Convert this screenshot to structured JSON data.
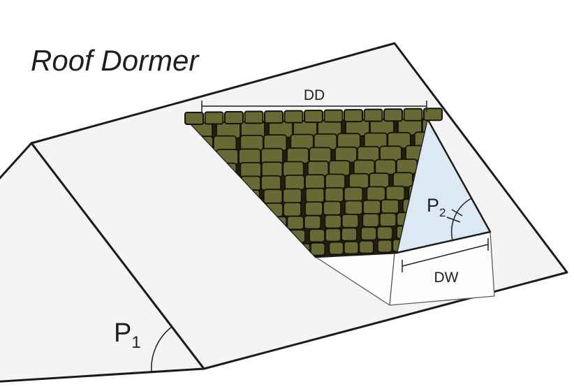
{
  "title": "Roof Dormer",
  "labels": {
    "dd": "DD",
    "dw": "DW",
    "p_base": "P",
    "p1_sub": "1",
    "p2_sub": "2"
  },
  "colors": {
    "background": "#ffffff",
    "roof_fill": "#f4f4f4",
    "outline": "#1b1b1b",
    "shingle_fill": "#696935",
    "shingle_backing": "#20200f",
    "shingle_stroke": "#141408",
    "dormer_side_fill": "#dce9f5",
    "box_fill": "#fdfdfd",
    "box_stroke": "#5a5a5a",
    "dim_color": "#1e1e1e",
    "title_color": "#1f1f1f"
  },
  "shingles": {
    "rows": 10
  }
}
